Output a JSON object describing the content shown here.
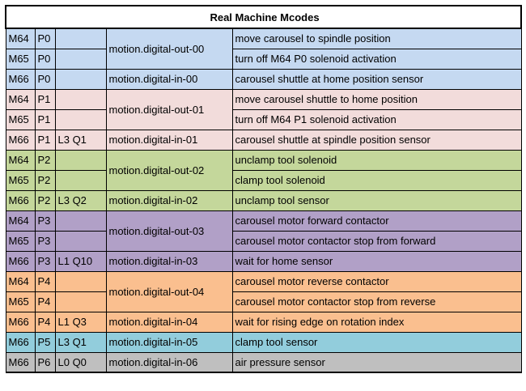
{
  "title": "Real Machine Mcodes",
  "colors": {
    "blue": "#c5d9f1",
    "pink": "#f2dcdb",
    "green": "#c4d79b",
    "purple": "#b1a0c7",
    "orange": "#fabf8f",
    "cyan": "#92cddc",
    "gray": "#bfbfbf"
  },
  "rows": [
    {
      "code": "M64",
      "param": "P0",
      "cond": "",
      "pin": "motion.digital-out-00",
      "pin_rows": 2,
      "desc": "move carousel to spindle position",
      "color": "#c5d9f1"
    },
    {
      "code": "M65",
      "param": "P0",
      "cond": "",
      "pin": null,
      "pin_rows": 0,
      "desc": "turn off M64 P0 solenoid activation",
      "color": "#c5d9f1"
    },
    {
      "code": "M66",
      "param": "P0",
      "cond": "",
      "pin": "motion.digital-in-00",
      "pin_rows": 1,
      "desc": "carousel shuttle at home position sensor",
      "color": "#c5d9f1"
    },
    {
      "code": "M64",
      "param": "P1",
      "cond": "",
      "pin": "motion.digital-out-01",
      "pin_rows": 2,
      "desc": "move carousel shuttle to home position",
      "color": "#f2dcdb"
    },
    {
      "code": "M65",
      "param": "P1",
      "cond": "",
      "pin": null,
      "pin_rows": 0,
      "desc": "turn off M64 P1 solenoid activation",
      "color": "#f2dcdb"
    },
    {
      "code": "M66",
      "param": "P1",
      "cond": "L3 Q1",
      "pin": "motion.digital-in-01",
      "pin_rows": 1,
      "desc": "carousel shuttle at spindle position sensor",
      "color": "#f2dcdb"
    },
    {
      "code": "M64",
      "param": "P2",
      "cond": "",
      "pin": "motion.digital-out-02",
      "pin_rows": 2,
      "desc": "unclamp tool solenoid",
      "color": "#c4d79b"
    },
    {
      "code": "M65",
      "param": "P2",
      "cond": "",
      "pin": null,
      "pin_rows": 0,
      "desc": "clamp tool solenoid",
      "color": "#c4d79b"
    },
    {
      "code": "M66",
      "param": "P2",
      "cond": "L3 Q2",
      "pin": "motion.digital-in-02",
      "pin_rows": 1,
      "desc": "unclamp tool sensor",
      "color": "#c4d79b"
    },
    {
      "code": "M64",
      "param": "P3",
      "cond": "",
      "pin": "motion.digital-out-03",
      "pin_rows": 2,
      "desc": "carousel motor forward contactor",
      "color": "#b1a0c7"
    },
    {
      "code": "M65",
      "param": "P3",
      "cond": "",
      "pin": null,
      "pin_rows": 0,
      "desc": "carousel motor contactor stop from forward",
      "color": "#b1a0c7"
    },
    {
      "code": "M66",
      "param": "P3",
      "cond": "L1 Q10",
      "pin": "motion.digital-in-03",
      "pin_rows": 1,
      "desc": "wait for home sensor",
      "color": "#b1a0c7"
    },
    {
      "code": "M64",
      "param": "P4",
      "cond": "",
      "pin": "motion.digital-out-04",
      "pin_rows": 2,
      "desc": "carousel motor reverse contactor",
      "color": "#fabf8f"
    },
    {
      "code": "M65",
      "param": "P4",
      "cond": "",
      "pin": null,
      "pin_rows": 0,
      "desc": "carousel motor contactor stop from reverse",
      "color": "#fabf8f"
    },
    {
      "code": "M66",
      "param": "P4",
      "cond": "L1 Q3",
      "pin": "motion.digital-in-04",
      "pin_rows": 1,
      "desc": "wait for rising edge on rotation index",
      "color": "#fabf8f"
    },
    {
      "code": "M66",
      "param": "P5",
      "cond": "L3 Q1",
      "pin": "motion.digital-in-05",
      "pin_rows": 1,
      "desc": "clamp tool sensor",
      "color": "#92cddc"
    },
    {
      "code": "M66",
      "param": "P6",
      "cond": "L0 Q0",
      "pin": "motion.digital-in-06",
      "pin_rows": 1,
      "desc": "air pressure sensor",
      "color": "#bfbfbf"
    }
  ]
}
